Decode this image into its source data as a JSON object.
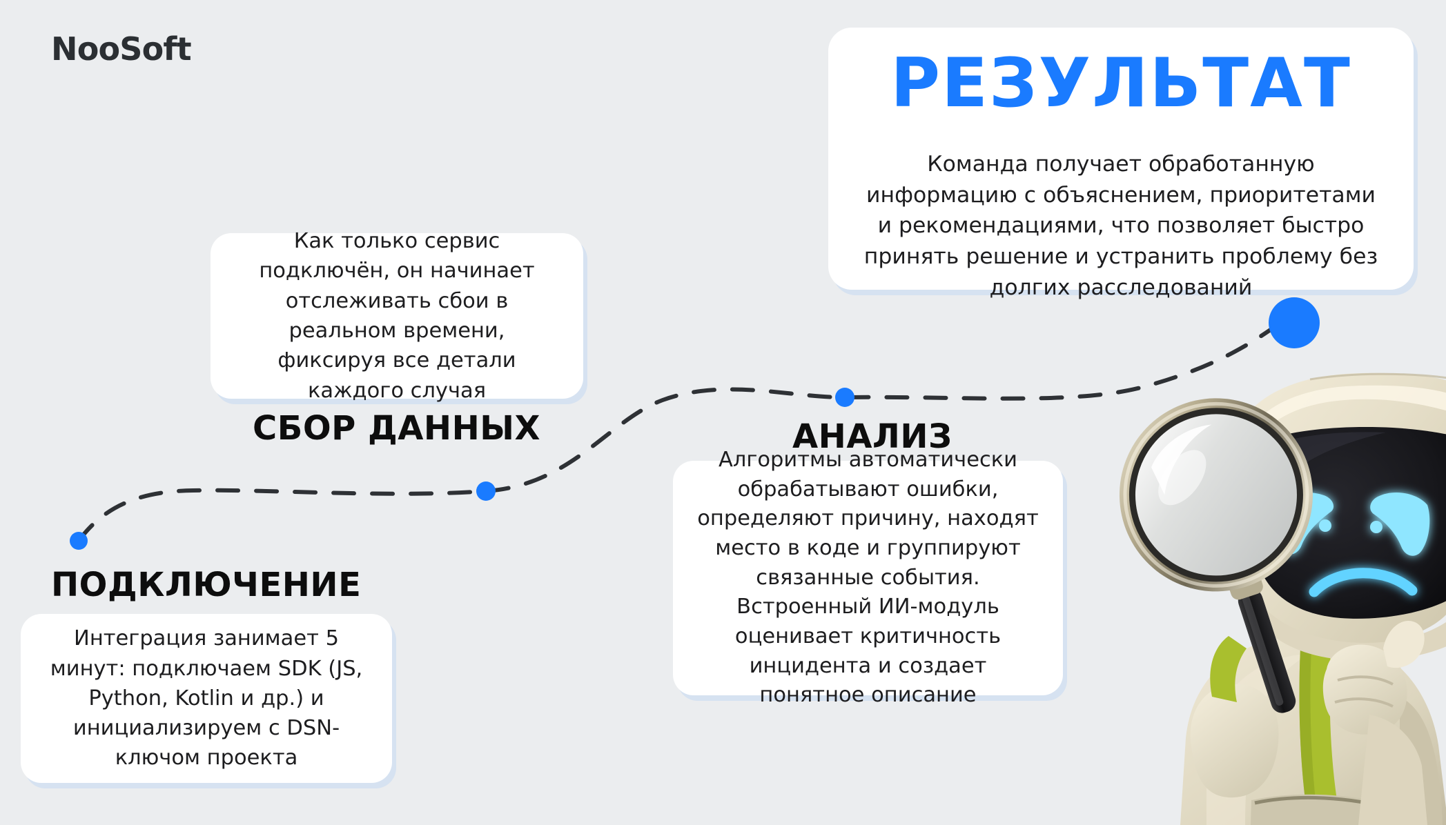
{
  "brand": {
    "logo": "NooSoft"
  },
  "colors": {
    "background": "#ebedef",
    "card": "#ffffff",
    "accent_blue": "#1a7bff",
    "title_dark": "#0d0d0d",
    "body_text": "#1d1d1f",
    "card_shadow": "#c4d8f3",
    "robot_body": "#e7e0cc",
    "robot_screen": "#18181c",
    "robot_eyes": "#63d6ff",
    "robot_strap": "#a9bf2e"
  },
  "stages": [
    {
      "id": "connect",
      "label": "ПОДКЛЮЧЕНИЕ",
      "body": "Интеграция занимает 5 минут: подключаем SDK (JS, Python, Kotlin и др.) и инициализируем с DSN-ключом проекта"
    },
    {
      "id": "collect",
      "label": "СБОР ДАННЫХ",
      "body": "Как только сервис подключён, он начинает отслеживать сбои в реальном времени, фиксируя все детали каждого случая"
    },
    {
      "id": "analysis",
      "label": "АНАЛИЗ",
      "body": "Алгоритмы автоматически обрабатывают ошибки, определяют причину, находят место в коде и группируют связанные события. Встроенный ИИ-модуль оценивает критичность инцидента и создает понятное описание"
    }
  ],
  "result": {
    "title": "РЕЗУЛЬТАТ",
    "body": "Команда получает обработанную информацию с объяснением, приоритетами и рекомендациями, что позволяет быстро принять решение и устранить проблему без долгих расследований"
  },
  "decor": {
    "path_style": "dashed-curve",
    "milestone_count": 4,
    "mascot": "sad-robot-with-magnifying-glass"
  }
}
